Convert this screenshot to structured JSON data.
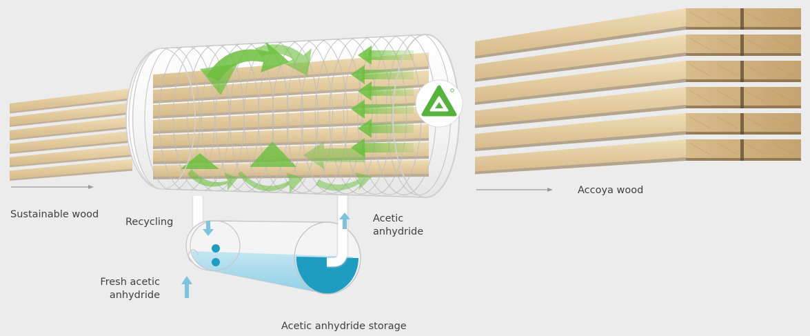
{
  "labels": {
    "sustainable_wood": "Sustainable wood",
    "recycling": "Recycling",
    "acetic_anhydride": "Acetic\nanhydride",
    "fresh_acetic_anhydride": "Fresh acetic\nanhydride",
    "storage": "Acetic anhydride storage",
    "accoya_wood": "Accoya wood"
  },
  "icons": {
    "logo": "accoya-triangle-logo",
    "flow": "green-circulation-arrows"
  },
  "colors": {
    "background": "#ececec",
    "wood_light": "#e7d0a5",
    "wood_dark": "#cdae7c",
    "wood_shadow": "#9c8058",
    "green": "#6cbf3e",
    "liquid": "#a7d9ec",
    "liquid_dark": "#1f9cc2",
    "blue_arrow": "#7cc4dd",
    "vessel_line": "#b9b9b9",
    "text": "#3f3f3f"
  }
}
